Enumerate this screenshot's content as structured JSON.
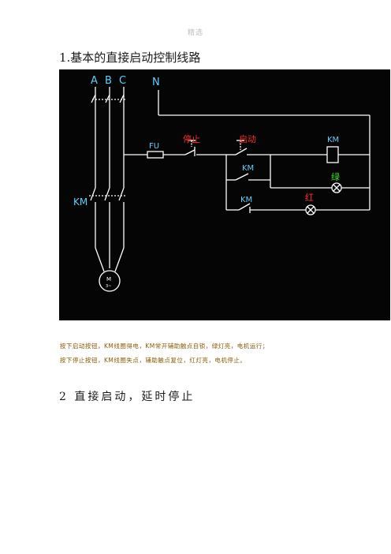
{
  "page": {
    "header_mark": "精选",
    "section1_title": "1.基本的直接启动控制线路",
    "note_line1": "按下启动按钮，KM线圈得电，KM常开辅助触点自锁，绿灯亮，电机运行；",
    "note_line2": "按下停止按钮，KM线圈失点，辅助触点复位，红灯亮，电机停止。",
    "section2_title": "2  直接启动，延时停止"
  },
  "diagram": {
    "phase_a": "A",
    "phase_b": "B",
    "phase_c": "C",
    "neutral": "N",
    "fuse": "FU",
    "stop_label": "停止",
    "start_label": "启动",
    "coil_label": "KM",
    "km_hold_label": "KM",
    "km_nc_label": "KM",
    "green_label": "绿",
    "red_label": "红",
    "main_contact_label": "KM",
    "motor_label": "M",
    "motor_sub": "3~",
    "colors": {
      "background": "#050505",
      "wire": "#ffffff",
      "label_cyan": "#5fd0ff",
      "label_red": "#ff2a2a",
      "label_green": "#37e01a"
    }
  }
}
